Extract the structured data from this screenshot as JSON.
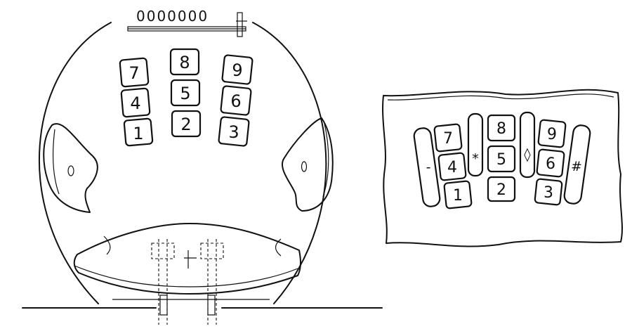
{
  "display": {
    "dots": "0000000"
  },
  "left_keypad": {
    "keys": [
      "7",
      "8",
      "9",
      "4",
      "5",
      "6",
      "1",
      "2",
      "3"
    ]
  },
  "left_grips": {
    "left_label": "0",
    "right_label": "0"
  },
  "right_keypad": {
    "keys": [
      "7",
      "8",
      "9",
      "4",
      "5",
      "6",
      "1",
      "2",
      "3"
    ],
    "bars": [
      "-",
      "*",
      "◊",
      "#"
    ]
  }
}
